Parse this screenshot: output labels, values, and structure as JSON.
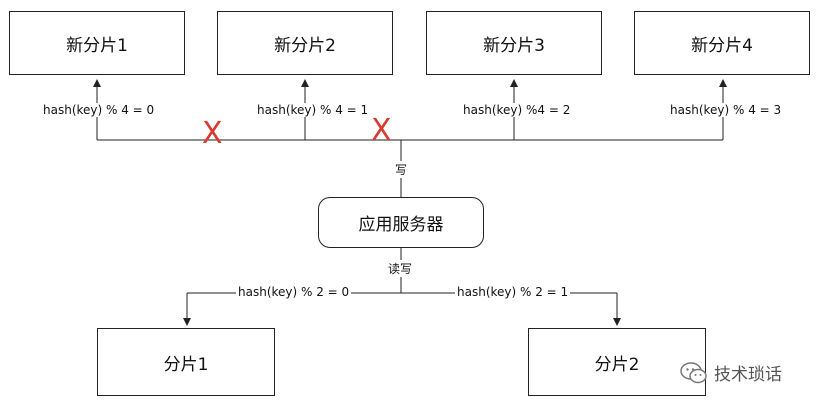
{
  "new_shards": [
    "新分片1",
    "新分片2",
    "新分片3",
    "新分片4"
  ],
  "hash4_labels": [
    "hash(key) % 4 = 0",
    "hash(key) % 4 = 1",
    "hash(key) %4 = 2",
    "hash(key) % 4 = 3"
  ],
  "write_label": "写",
  "server_label": "应用服务器",
  "read_write_label": "读写",
  "hash2_labels": [
    "hash(key) % 2 = 0",
    "hash(key) % 2 = 1"
  ],
  "old_shards": [
    "分片1",
    "分片2"
  ],
  "cross_mark": "X",
  "colors": {
    "cross": "#d9392e",
    "line": "#222222"
  },
  "watermark": {
    "text": "技术琐话",
    "icon": "wechat-icon"
  }
}
